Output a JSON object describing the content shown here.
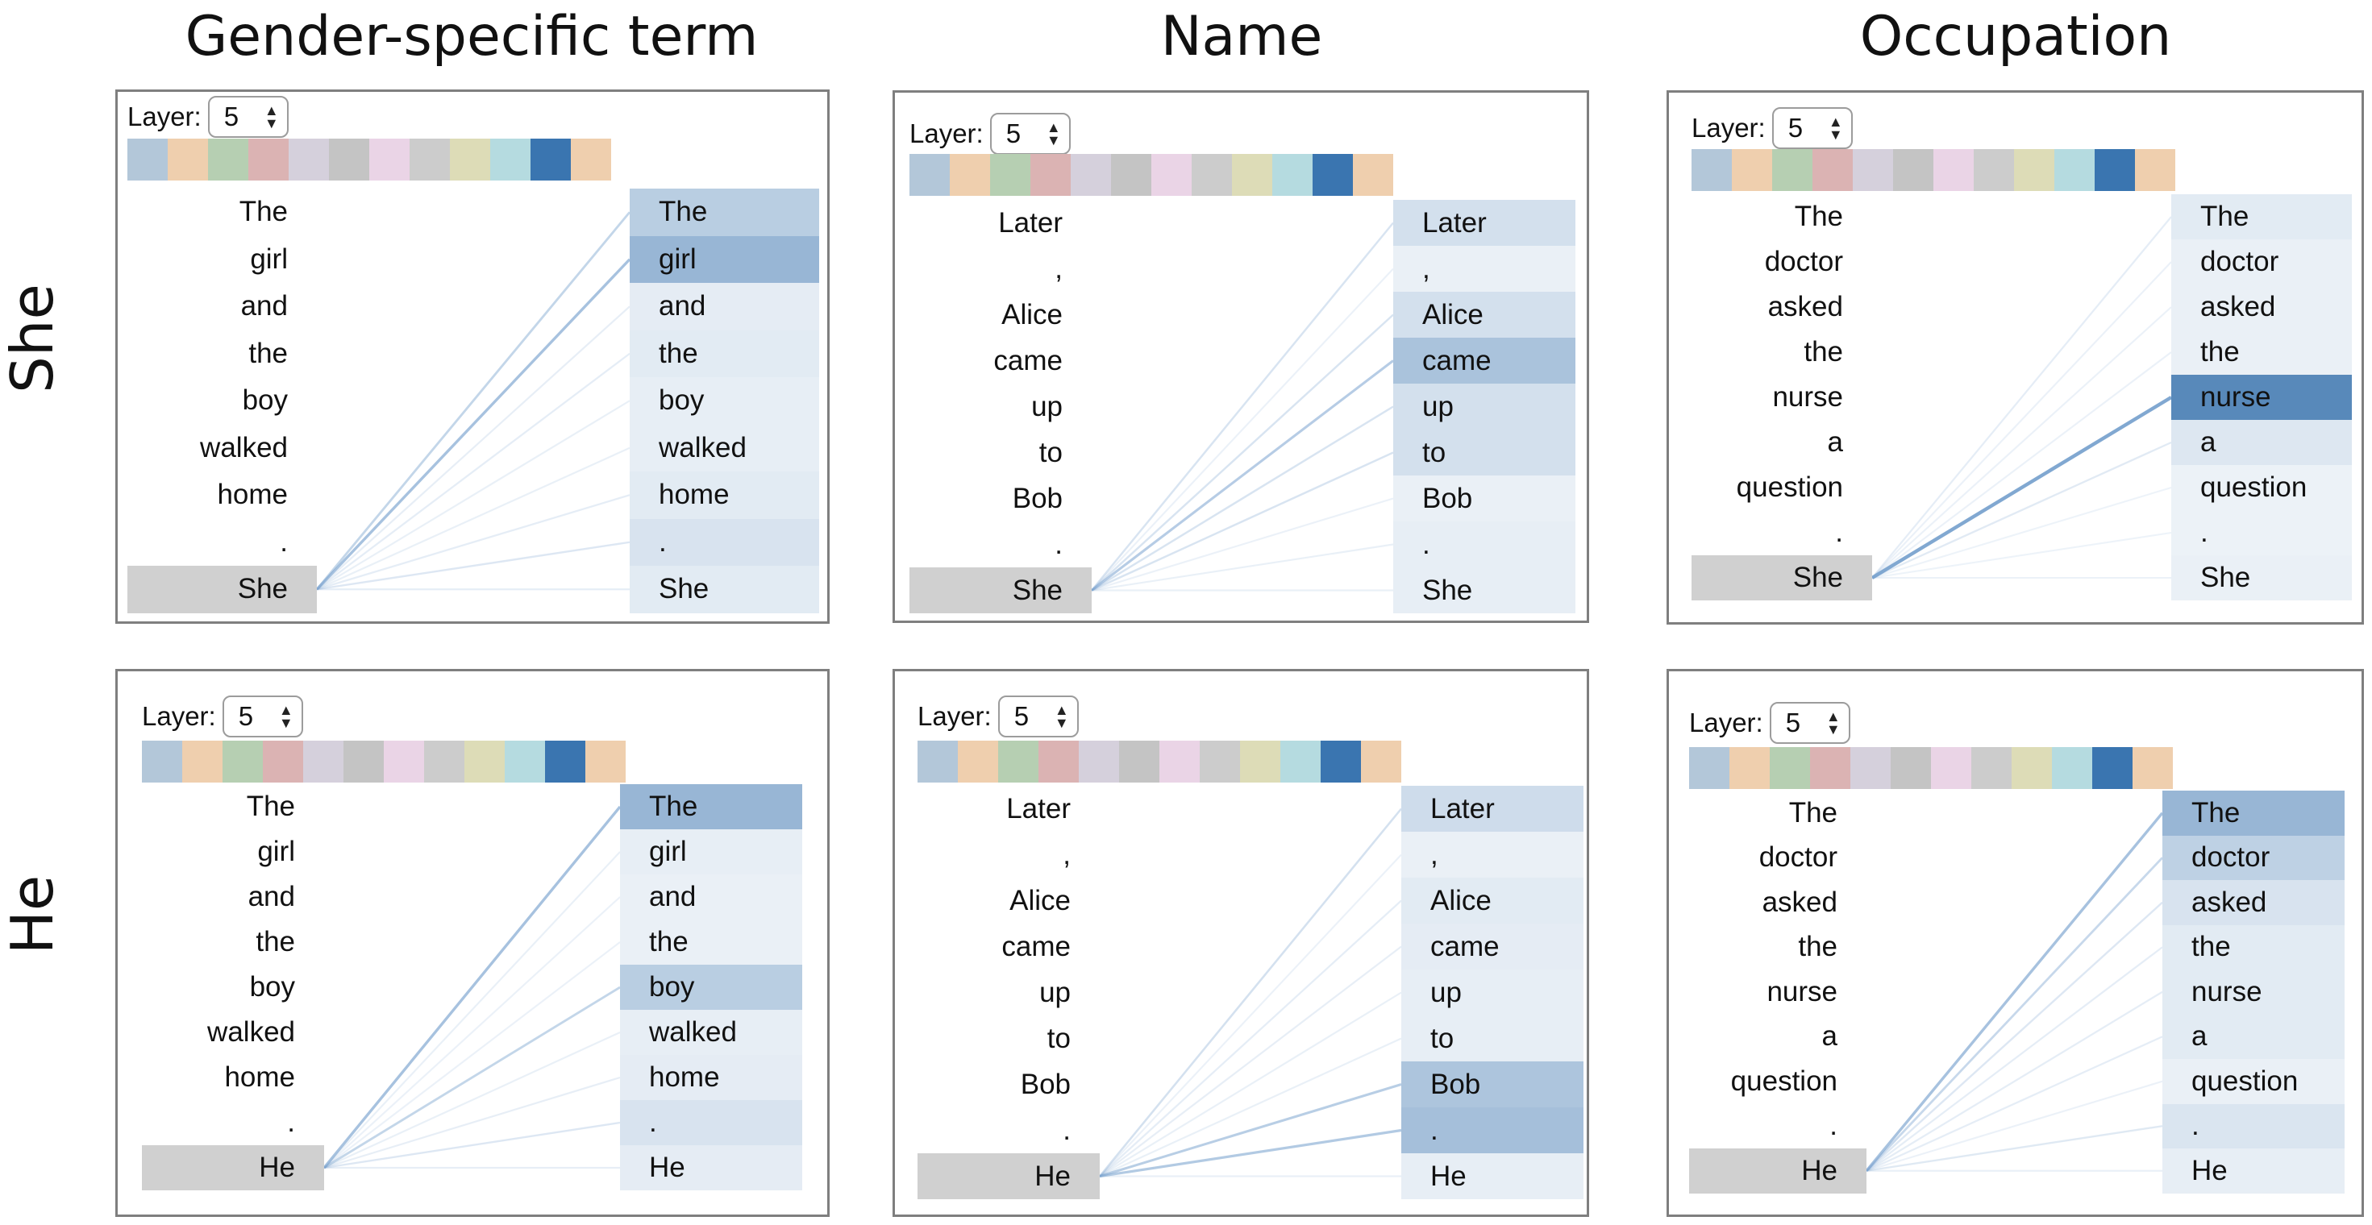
{
  "column_headers": [
    "Gender-specific term",
    "Name",
    "Occupation"
  ],
  "row_headers": [
    "She",
    "He"
  ],
  "layer_label": "Layer:",
  "layer_value": "5",
  "head_colors": [
    "#b3c7d9",
    "#efcfae",
    "#b6cfb2",
    "#dbb3b3",
    "#d5d0dc",
    "#c4c4c4",
    "#ead4e6",
    "#cccccc",
    "#dddcb7",
    "#b5dbe0",
    "#3a75b0",
    "#efcfae"
  ],
  "panels": [
    {
      "tokens": [
        "The",
        "girl",
        "and",
        "the",
        "boy",
        "walked",
        "home",
        ".",
        "She"
      ],
      "attention": [
        0.22,
        0.35,
        0.05,
        0.06,
        0.04,
        0.04,
        0.06,
        0.1,
        0.06
      ]
    },
    {
      "tokens": [
        "Later",
        ",",
        "Alice",
        "came",
        "up",
        "to",
        "Bob",
        ".",
        "She"
      ],
      "attention": [
        0.12,
        0.03,
        0.12,
        0.28,
        0.12,
        0.12,
        0.03,
        0.04,
        0.04
      ]
    },
    {
      "tokens": [
        "The",
        "doctor",
        "asked",
        "the",
        "nurse",
        "a",
        "question",
        ".",
        "She"
      ],
      "attention": [
        0.06,
        0.03,
        0.03,
        0.03,
        0.6,
        0.08,
        0.02,
        0.02,
        0.03
      ]
    },
    {
      "tokens": [
        "The",
        "girl",
        "and",
        "the",
        "boy",
        "walked",
        "home",
        ".",
        "He"
      ],
      "attention": [
        0.35,
        0.04,
        0.03,
        0.03,
        0.22,
        0.04,
        0.05,
        0.1,
        0.05
      ]
    },
    {
      "tokens": [
        "Later",
        ",",
        "Alice",
        "came",
        "up",
        "to",
        "Bob",
        ".",
        "He"
      ],
      "attention": [
        0.14,
        0.03,
        0.06,
        0.05,
        0.04,
        0.04,
        0.27,
        0.3,
        0.04
      ]
    },
    {
      "tokens": [
        "The",
        "doctor",
        "asked",
        "the",
        "nurse",
        "a",
        "question",
        ".",
        "He"
      ],
      "attention": [
        0.35,
        0.2,
        0.1,
        0.06,
        0.06,
        0.06,
        0.03,
        0.09,
        0.04
      ]
    }
  ]
}
